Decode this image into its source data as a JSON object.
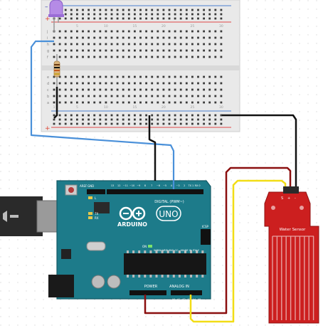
{
  "breadboard": {
    "row_letters_top": [
      "j",
      "i",
      "h",
      "g",
      "f"
    ],
    "row_letters_bottom": [
      "e",
      "d",
      "c",
      "b",
      "a"
    ],
    "column_numbers": [
      "1",
      "5",
      "10",
      "15",
      "20",
      "25",
      "30"
    ]
  },
  "arduino": {
    "brand": "ARDUINO",
    "model": "UNO",
    "digital_header_label": "DIGITAL (PWM~)",
    "analog_header_label": "ANALOG IN",
    "power_header_label": "POWER",
    "url_text": "WWW.ARDUINO.CC - MADE IN ITALY",
    "on_label": "ON",
    "tx_label": "TX",
    "rx_label": "RX",
    "l_label": "L",
    "icsp_label": "ICSP",
    "aref_label": "AREF",
    "gnd_label": "GND",
    "digital_pins": [
      "13",
      "12",
      "~11",
      "~10",
      "~9",
      "8",
      "7",
      "~6",
      "~5",
      "4",
      "~3",
      "2",
      "TX 1",
      "RX 0"
    ],
    "analog_pins": [
      "A0",
      "A1",
      "A2",
      "A3",
      "A4",
      "A5"
    ]
  },
  "sensor": {
    "label": "Water Sensor",
    "pins": [
      "S",
      "+",
      "-"
    ]
  },
  "colors": {
    "board_teal": "#1b7d8c",
    "breadboard": "#ebebeb",
    "wire_black": "#111111",
    "wire_red": "#8b0f0f",
    "wire_yellow": "#f5e21b",
    "wire_blue": "#4a90d9",
    "sensor_red": "#c81e1e",
    "led_purple": "#a77de0"
  }
}
